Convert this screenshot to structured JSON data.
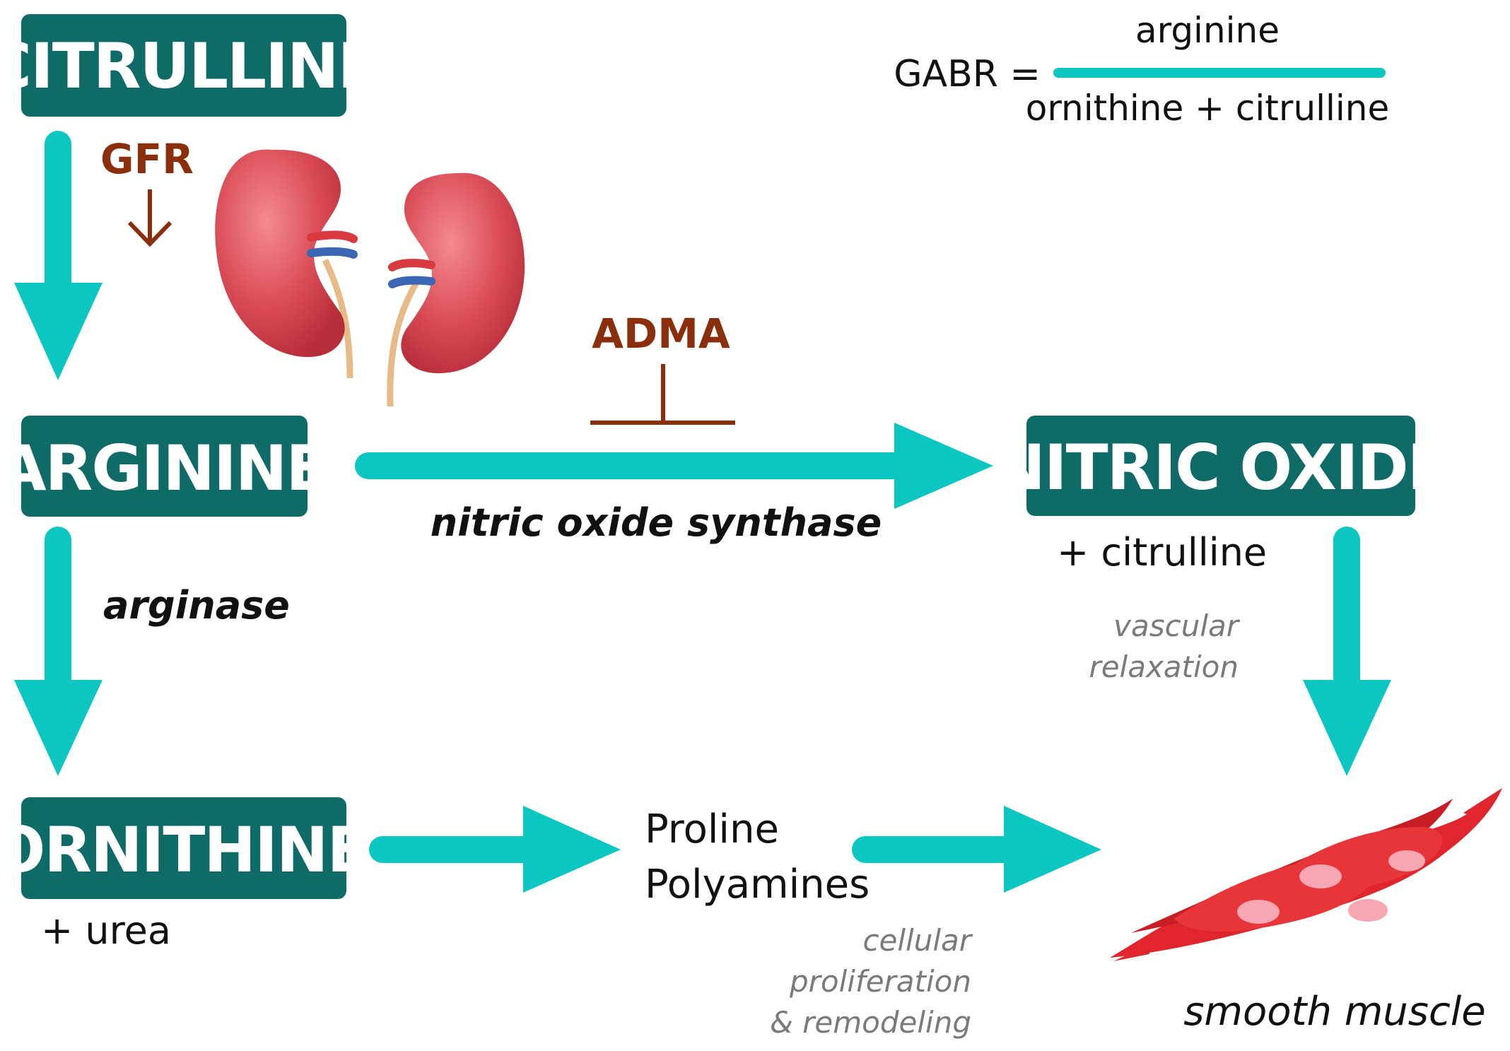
{
  "nodes": {
    "citrulline": "CITRULLINE",
    "arginine": "ARGININE",
    "nitric_oxide": "NITRIC OXIDE",
    "ornithine": "ORNITHINE"
  },
  "products": {
    "nitric_oxide": "+ citrulline",
    "ornithine": "+ urea",
    "proline": "Proline",
    "polyamines": "Polyamines"
  },
  "enzymes": {
    "nos": "nitric oxide synthase",
    "arginase": "arginase"
  },
  "inhibitors": {
    "gfr": "GFR",
    "adma": "ADMA"
  },
  "effects": {
    "vascular_1": "vascular",
    "vascular_2": "relaxation",
    "cellular_1": "cellular",
    "cellular_2": "proliferation",
    "cellular_3": "& remodeling",
    "smooth_muscle": "smooth muscle"
  },
  "formula": {
    "lhs": "GABR =",
    "numerator": "arginine",
    "denominator": "ornithine + citrulline"
  },
  "colors": {
    "node": "#0e6b67",
    "arrow": "#0cc7c1",
    "inhibitor": "#8a2e0c",
    "kidney": "#d94a55",
    "muscle": "#e0262c"
  },
  "icons": [
    "kidneys-icon",
    "smooth-muscle-cells-icon"
  ]
}
